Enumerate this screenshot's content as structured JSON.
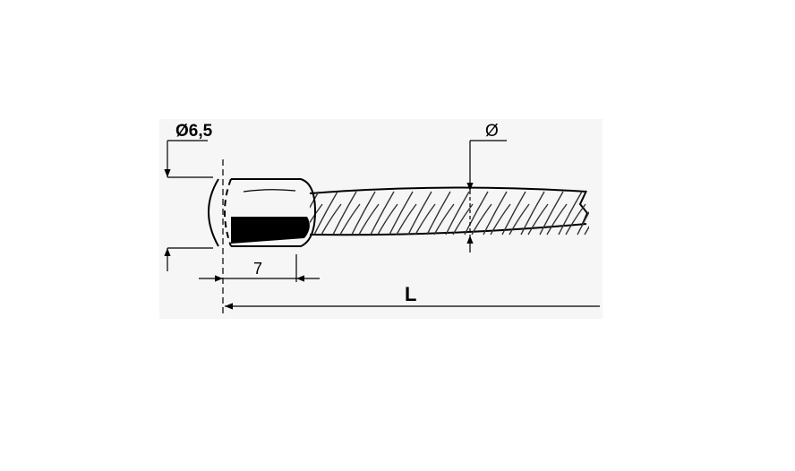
{
  "labels": {
    "head_diameter": "Ø6,5",
    "cable_diameter": "Ø",
    "head_length": "7",
    "total_length": "L"
  }
}
